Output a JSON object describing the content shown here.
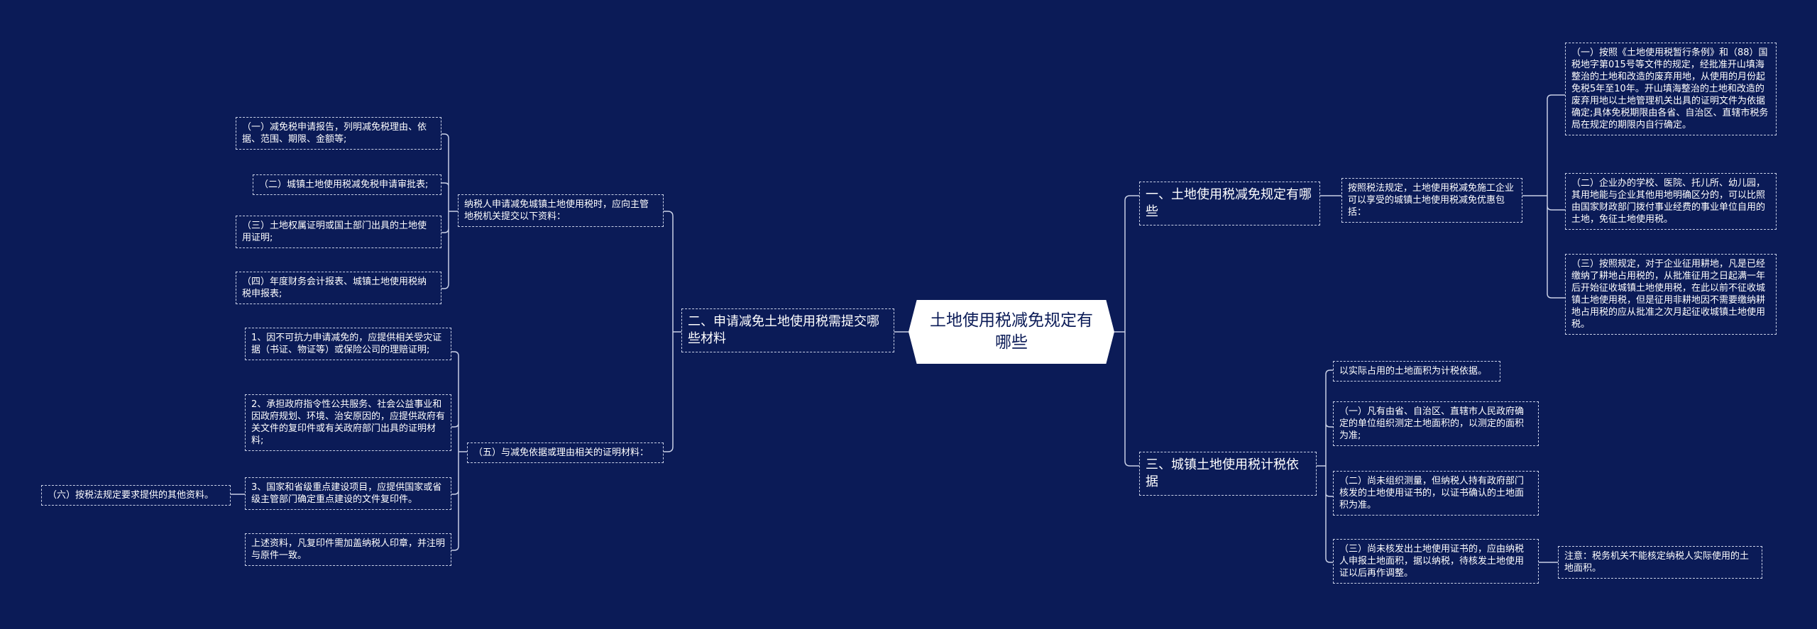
{
  "center": {
    "title": "土地使用税减免规定有哪些"
  },
  "right": {
    "branch1": {
      "label": "一、土地使用税减免规定有哪些",
      "intro": "按照税法规定，土地使用税减免施工企业可以享受的城镇土地使用税减免优惠包括：",
      "items": [
        "（一）按照《土地使用税暂行条例》和（88）国税地字第015号等文件的规定，经批准开山填海整治的土地和改造的废弃用地，从使用的月份起免税5年至10年。开山填海整治的土地和改造的废弃用地以土地管理机关出具的证明文件为依据确定;具体免税期限由各省、自治区、直辖市税务局在规定的期限内自行确定。",
        "（二）企业办的学校、医院、托儿所、幼儿园，其用地能与企业其他用地明确区分的，可以比照由国家财政部门拨付事业经费的事业单位自用的土地，免征土地使用税。",
        "（三）按照规定，对于企业征用耕地，凡是已经缴纳了耕地占用税的，从批准征用之日起满一年后开始征收城镇土地使用税，在此以前不征收城镇土地使用税，但是征用非耕地因不需要缴纳耕地占用税的应从批准之次月起征收城镇土地使用税。"
      ]
    },
    "branch3": {
      "label": "三、城镇土地使用税计税依据",
      "items": [
        "以实际占用的土地面积为计税依据。",
        "（一）凡有由省、自治区、直辖市人民政府确定的单位组织测定土地面积的，以测定的面积为准;",
        "（二）尚未组织测量，但纳税人持有政府部门核发的土地使用证书的，以证书确认的土地面积为准。",
        "（三）尚未核发出土地使用证书的，应由纳税人申报土地面积，据以纳税，待核发土地使用证以后再作调整。"
      ],
      "note": "注意：税务机关不能核定纳税人实际使用的土地面积。"
    }
  },
  "left": {
    "branch2": {
      "label": "二、申请减免土地使用税需提交哪些材料",
      "group1": {
        "intro": "纳税人申请减免城镇土地使用税时，应向主管地税机关提交以下资料：",
        "items": [
          "（一）减免税申请报告，列明减免税理由、依据、范围、期限、金额等;",
          "（二）城镇土地使用税减免税申请审批表;",
          "（三）土地权属证明或国土部门出具的土地使用证明;",
          "（四）年度财务会计报表、城镇土地使用税纳税申报表;"
        ]
      },
      "group2": {
        "intro": "（五）与减免依据或理由相关的证明材料：",
        "items": [
          "1、因不可抗力申请减免的，应提供相关受灾证据（书证、物证等）或保险公司的理赔证明;",
          "2、承担政府指令性公共服务、社会公益事业和因政府规划、环境、治安原因的，应提供政府有关文件的复印件或有关政府部门出具的证明材料;",
          "3、国家和省级重点建设项目，应提供国家或省级主管部门确定重点建设的文件复印件。",
          "上述资料，凡复印件需加盖纳税人印章，并注明与原件一致。"
        ]
      },
      "item6": "（六）按税法规定要求提供的其他资料。"
    }
  },
  "colors": {
    "background": "#0b1b57",
    "line": "#c9d0e6",
    "center_fill": "#ffffff",
    "center_text": "#0b1b57"
  }
}
